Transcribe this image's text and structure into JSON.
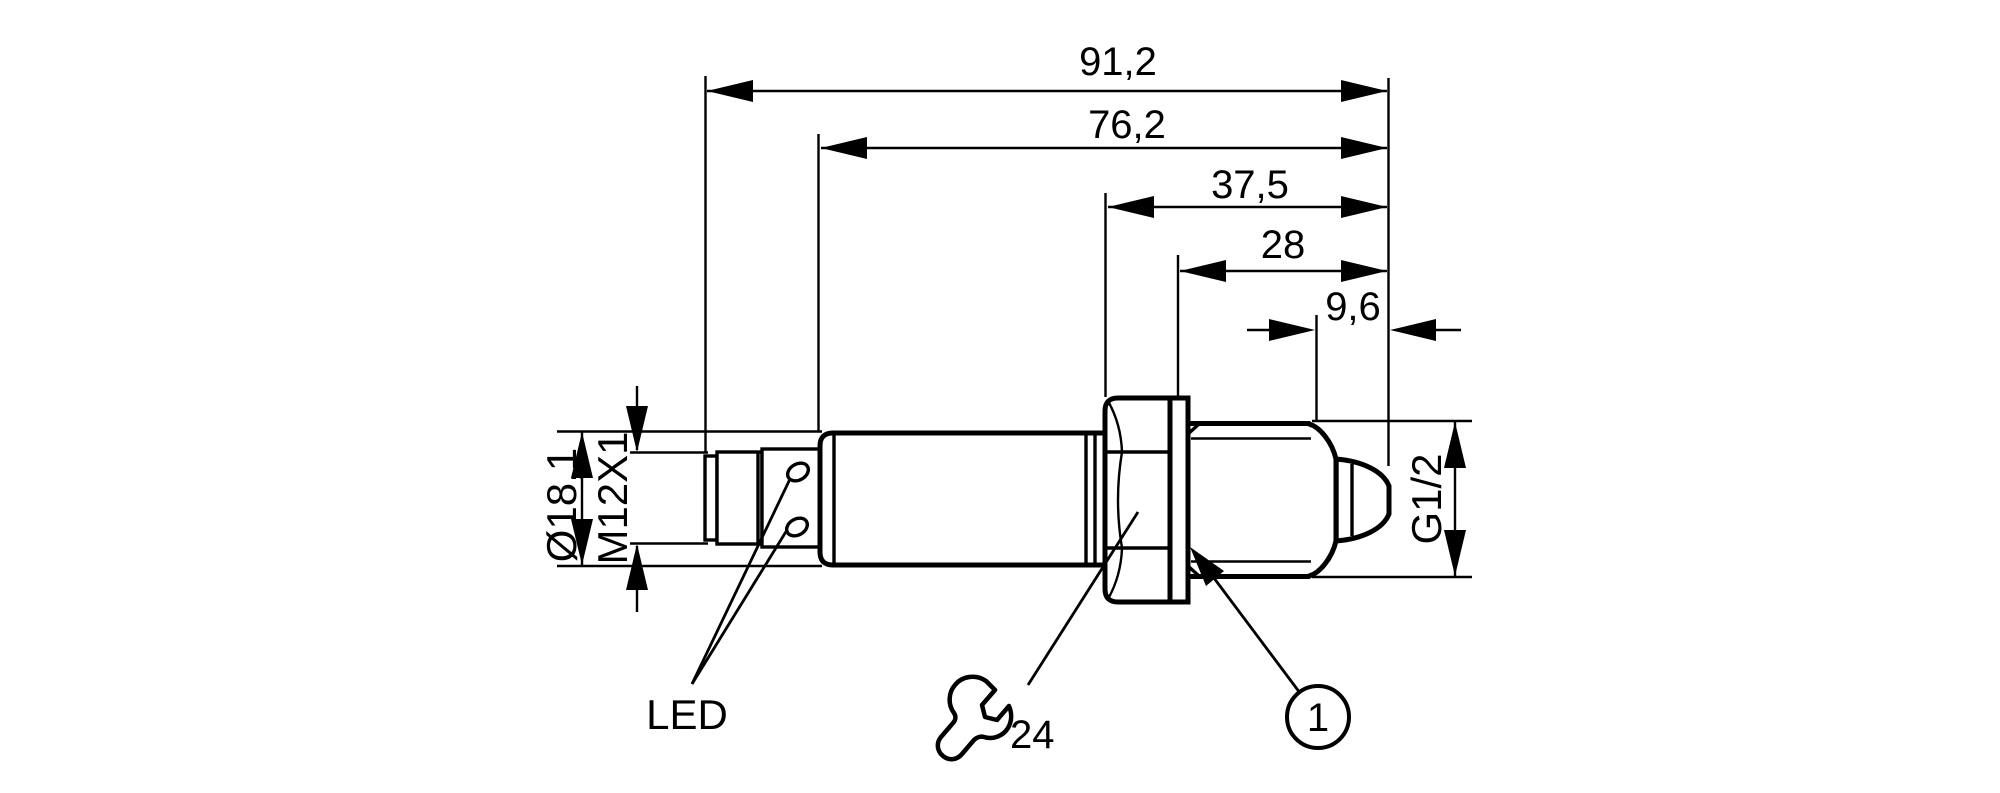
{
  "drawing": {
    "kind": "sensor-dimension-drawing",
    "colors": {
      "line": "#000000",
      "background": "#ffffff"
    },
    "dims": {
      "overall_length": "91,2",
      "body_length": "76,2",
      "front_length": "37,5",
      "flange_to_tip": "28",
      "tip_length": "9,6",
      "housing_diameter": "Ø18,1",
      "connector_thread": "M12X1",
      "process_thread": "G1/2"
    },
    "labels": {
      "led": "LED",
      "wrench_size": "24",
      "callout_item": "1"
    }
  }
}
